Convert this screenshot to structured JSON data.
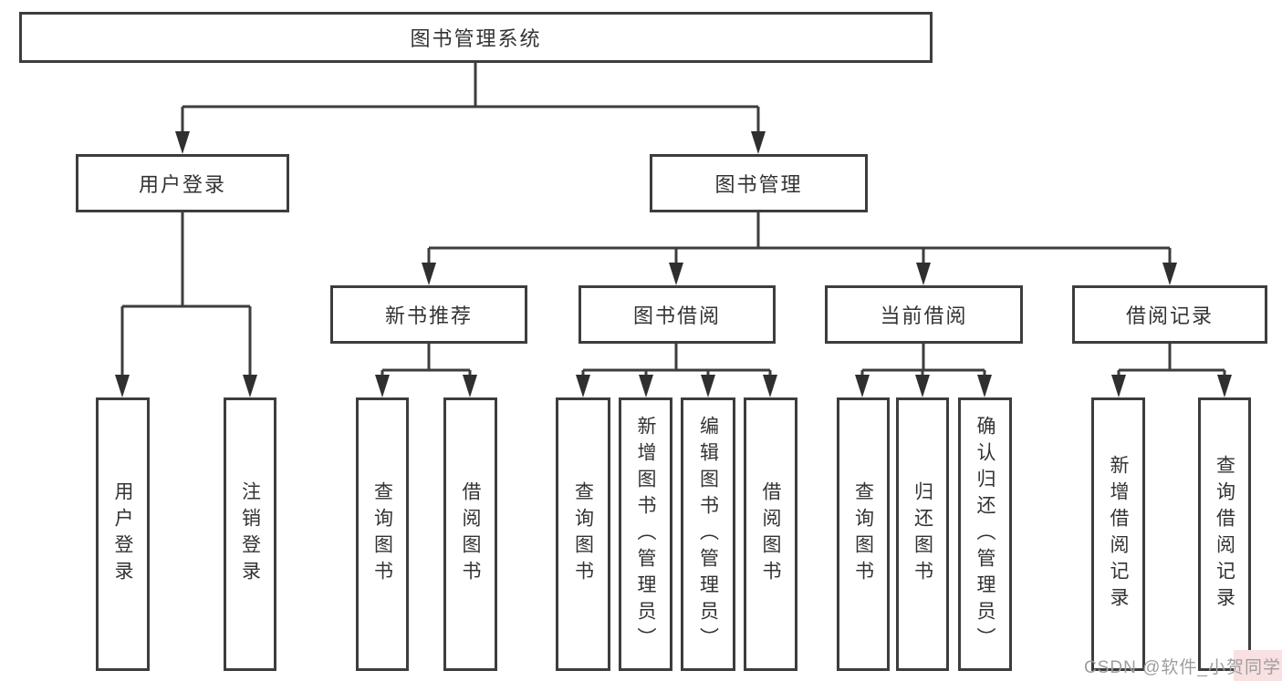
{
  "tree": {
    "label": "图书管理系统",
    "children": [
      {
        "label": "用户登录",
        "children": [
          {
            "label": "用户登录"
          },
          {
            "label": "注销登录"
          }
        ]
      },
      {
        "label": "图书管理",
        "children": [
          {
            "label": "新书推荐",
            "children": [
              {
                "label": "查询图书"
              },
              {
                "label": "借阅图书"
              }
            ]
          },
          {
            "label": "图书借阅",
            "children": [
              {
                "label": "查询图书"
              },
              {
                "label": "新增图书（管理员）"
              },
              {
                "label": "编辑图书（管理员）"
              },
              {
                "label": "借阅图书"
              }
            ]
          },
          {
            "label": "当前借阅",
            "children": [
              {
                "label": "查询图书"
              },
              {
                "label": "归还图书"
              },
              {
                "label": "确认归还（管理员）"
              }
            ]
          },
          {
            "label": "借阅记录",
            "children": [
              {
                "label": "新增借阅记录"
              },
              {
                "label": "查询借阅记录"
              }
            ]
          }
        ]
      }
    ]
  },
  "watermark": "CSDN @软件_小贺同学",
  "colors": {
    "background": "#ffffff",
    "box_border": "#3d3d3d",
    "connector_line": "#3d3d3d",
    "arrow_fill": "#2f2f2f",
    "text": "#333333",
    "watermark_text": "#9e9e9e",
    "watermark_highlight": "#f9e0e1"
  }
}
